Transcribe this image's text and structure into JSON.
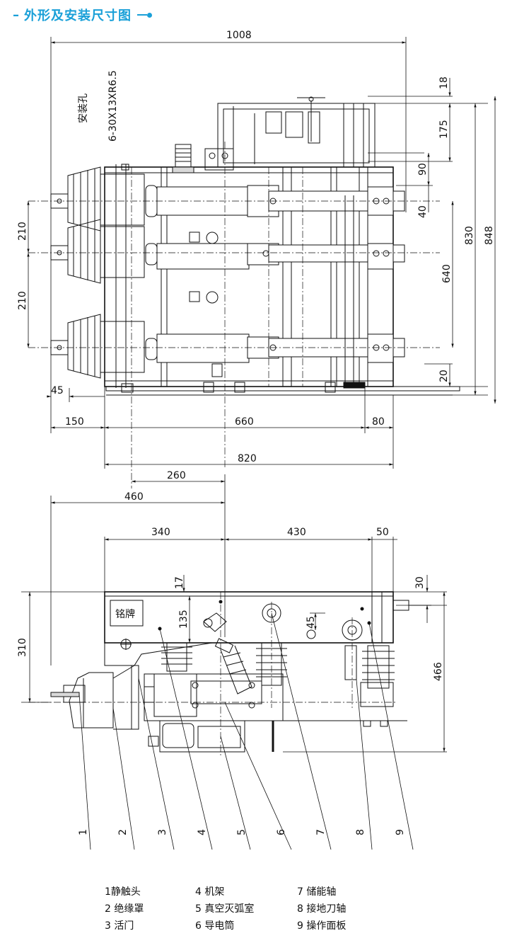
{
  "title": "外形及安装尺寸图",
  "top_view": {
    "dims": {
      "d1008": "1008",
      "d18": "18",
      "d175": "175",
      "d90": "90",
      "d40": "40",
      "d830": "830",
      "d848": "848",
      "d640": "640",
      "d20": "20",
      "d210a": "210",
      "d210b": "210",
      "d45": "45",
      "d150": "150",
      "d660": "660",
      "d80": "80",
      "d820": "820"
    },
    "mount_hole_label": "安装孔",
    "mount_hole_spec": "6-30X13XR6.5"
  },
  "side_view": {
    "dims": {
      "d260": "260",
      "d460": "460",
      "d340": "340",
      "d430": "430",
      "d50": "50",
      "d17": "17",
      "d135": "135",
      "d45": "45",
      "d30": "30",
      "d310": "310",
      "d466": "466"
    },
    "nameplate": "铭牌"
  },
  "callouts": [
    "1",
    "2",
    "3",
    "4",
    "5",
    "6",
    "7",
    "8",
    "9"
  ],
  "legend": [
    [
      "1静触头",
      "2 绝缘罩",
      "3 活门"
    ],
    [
      "4 机架",
      "5 真空灭弧室",
      "6 导电筒"
    ],
    [
      "7 储能轴",
      "8 接地刀轴",
      "9 操作面板"
    ]
  ]
}
